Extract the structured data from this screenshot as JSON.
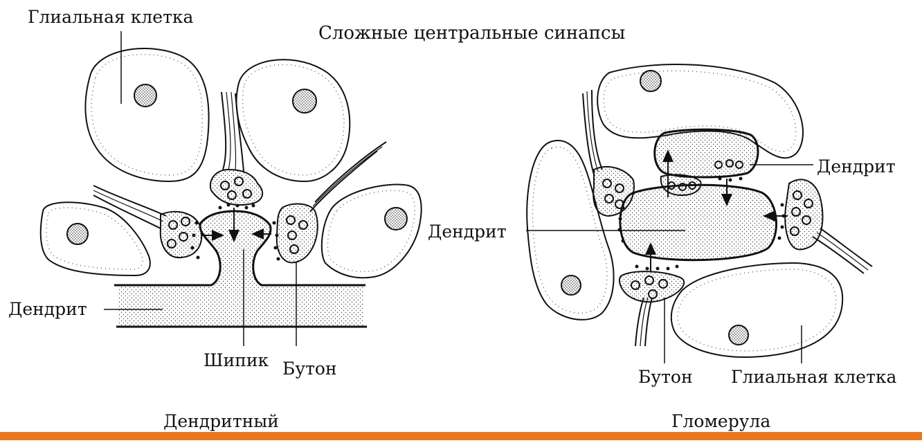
{
  "title": "Сложные центральные синапсы",
  "left": {
    "glial_label": "Глиальная клетка",
    "dendrite_label": "Дендрит",
    "spine_label": "Шипик",
    "bouton_label": "Бутон",
    "caption": "Дендритный"
  },
  "right": {
    "dendrite_top_label": "Дендрит",
    "dendrite_mid_label": "Дендрит",
    "bouton_label": "Бутон",
    "glial_label": "Глиальная клетка",
    "caption": "Гломерула"
  },
  "colors": {
    "ink": "#111111",
    "accent_bar": "#e87722",
    "stipple": "#555555"
  }
}
